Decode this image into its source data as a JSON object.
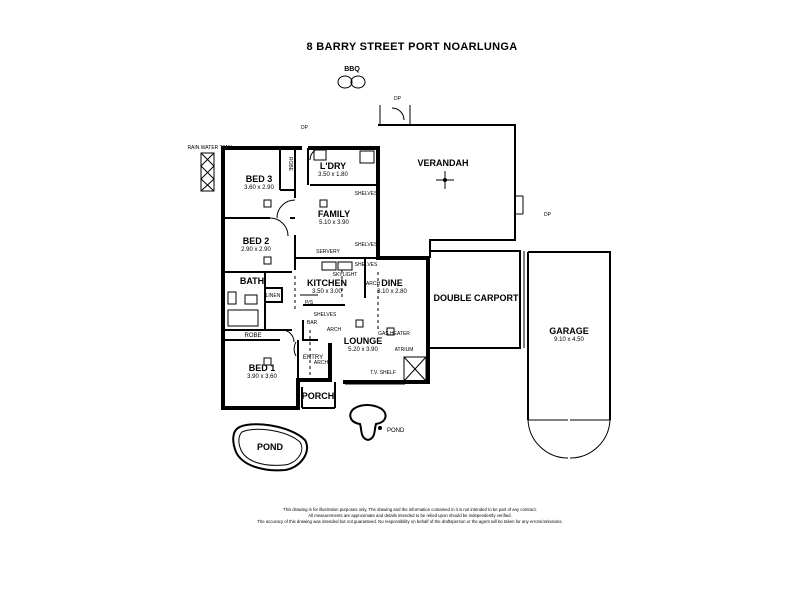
{
  "title": "8 BARRY STREET PORT NOARLUNGA",
  "features": {
    "bbq": "BBQ",
    "rain_water_tank": "RAIN WATER TANK",
    "pond_large": "POND",
    "pond_small": "POND",
    "dp_1": "DP",
    "dp_2": "DP",
    "dp_3": "DP"
  },
  "rooms": {
    "bed3": {
      "name": "BED 3",
      "dims": "3.60 x 2.90"
    },
    "robe_bed3": {
      "name": "ROBE"
    },
    "ldry": {
      "name": "L'DRY",
      "dims": "3.50 x 1.80"
    },
    "family": {
      "name": "FAMILY",
      "dims": "5.10 x 3.90"
    },
    "bed2": {
      "name": "BED 2",
      "dims": "2.90 x 2.90"
    },
    "bath": {
      "name": "BATH"
    },
    "linen": {
      "name": "LINEN"
    },
    "kitchen": {
      "name": "KITCHEN",
      "dims": "3.50 x 3.00"
    },
    "dine": {
      "name": "DINE",
      "dims": "3.10 x 2.80"
    },
    "lounge": {
      "name": "LOUNGE",
      "dims": "5.20 x 3.90"
    },
    "robe_bed1": {
      "name": "ROBE"
    },
    "bed1": {
      "name": "BED 1",
      "dims": "3.90 x 3.60"
    },
    "entry": {
      "name": "ENTRY"
    },
    "porch": {
      "name": "PORCH"
    },
    "verandah": {
      "name": "VERANDAH"
    },
    "double_carport": {
      "name": "DOUBLE CARPORT"
    },
    "garage": {
      "name": "GARAGE",
      "dims": "9.10 x 4.50"
    }
  },
  "annotations": {
    "shelves_1": "SHELVES",
    "shelves_2": "SHELVES",
    "shelves_3": "SHELVES",
    "shelves_4": "SHELVES",
    "servery": "SERVERY",
    "skylight": "SKYLIGHT",
    "arch_1": "ARCH",
    "arch_2": "ARCH",
    "arch_3": "ARCH",
    "bar": "BAR",
    "ps": "P/S",
    "gas_heater": "GAS HEATER",
    "atrium": "ATRIUM",
    "tv_shelf": "T.V. SHELF"
  },
  "disclaimer": [
    "This drawing is for illustration purposes only. The drawing and the information contained in it is not intended to be part of any contract.",
    "All measurements are approximate and details intended to be relied upon should be independently verified.",
    "The accuracy of this drawing was intended but not guaranteed. No responsibility on behalf of the draftsperson or the agent will be taken for any  errors/omissions."
  ]
}
